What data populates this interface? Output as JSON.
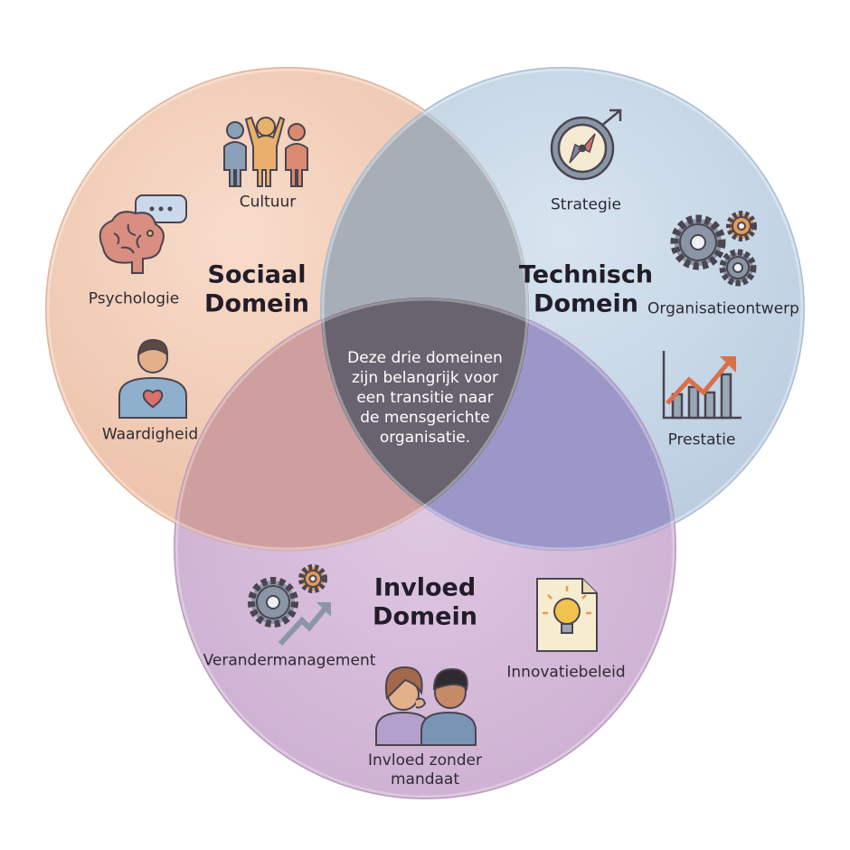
{
  "domains": {
    "social": {
      "title": [
        "Sociaal",
        "Domein"
      ],
      "items": [
        "Cultuur",
        "Psychologie",
        "Waardigheid"
      ],
      "color": "#f3cdb6"
    },
    "technical": {
      "title": [
        "Technisch",
        "Domein"
      ],
      "items": [
        "Strategie",
        "Organisatieontwerp",
        "Prestatie"
      ],
      "color": "#c2d5e6"
    },
    "influence": {
      "title": [
        "Invloed",
        "Domein"
      ],
      "items": [
        "Verandermanagement",
        "Innovatiebeleid",
        "Invloed zonder",
        "mandaat"
      ],
      "color": "#d2b3d6"
    }
  },
  "center_text": [
    "Deze drie domeinen",
    "zijn belangrijk voor",
    "een transitie naar",
    "de mensgerichte",
    "organisatie."
  ],
  "icons": [
    "people-group-icon",
    "brain-thought-icon",
    "person-heart-icon",
    "compass-icon",
    "gears-icon",
    "growth-chart-icon",
    "gears-arrow-icon",
    "lightbulb-document-icon",
    "whispering-people-icon"
  ]
}
